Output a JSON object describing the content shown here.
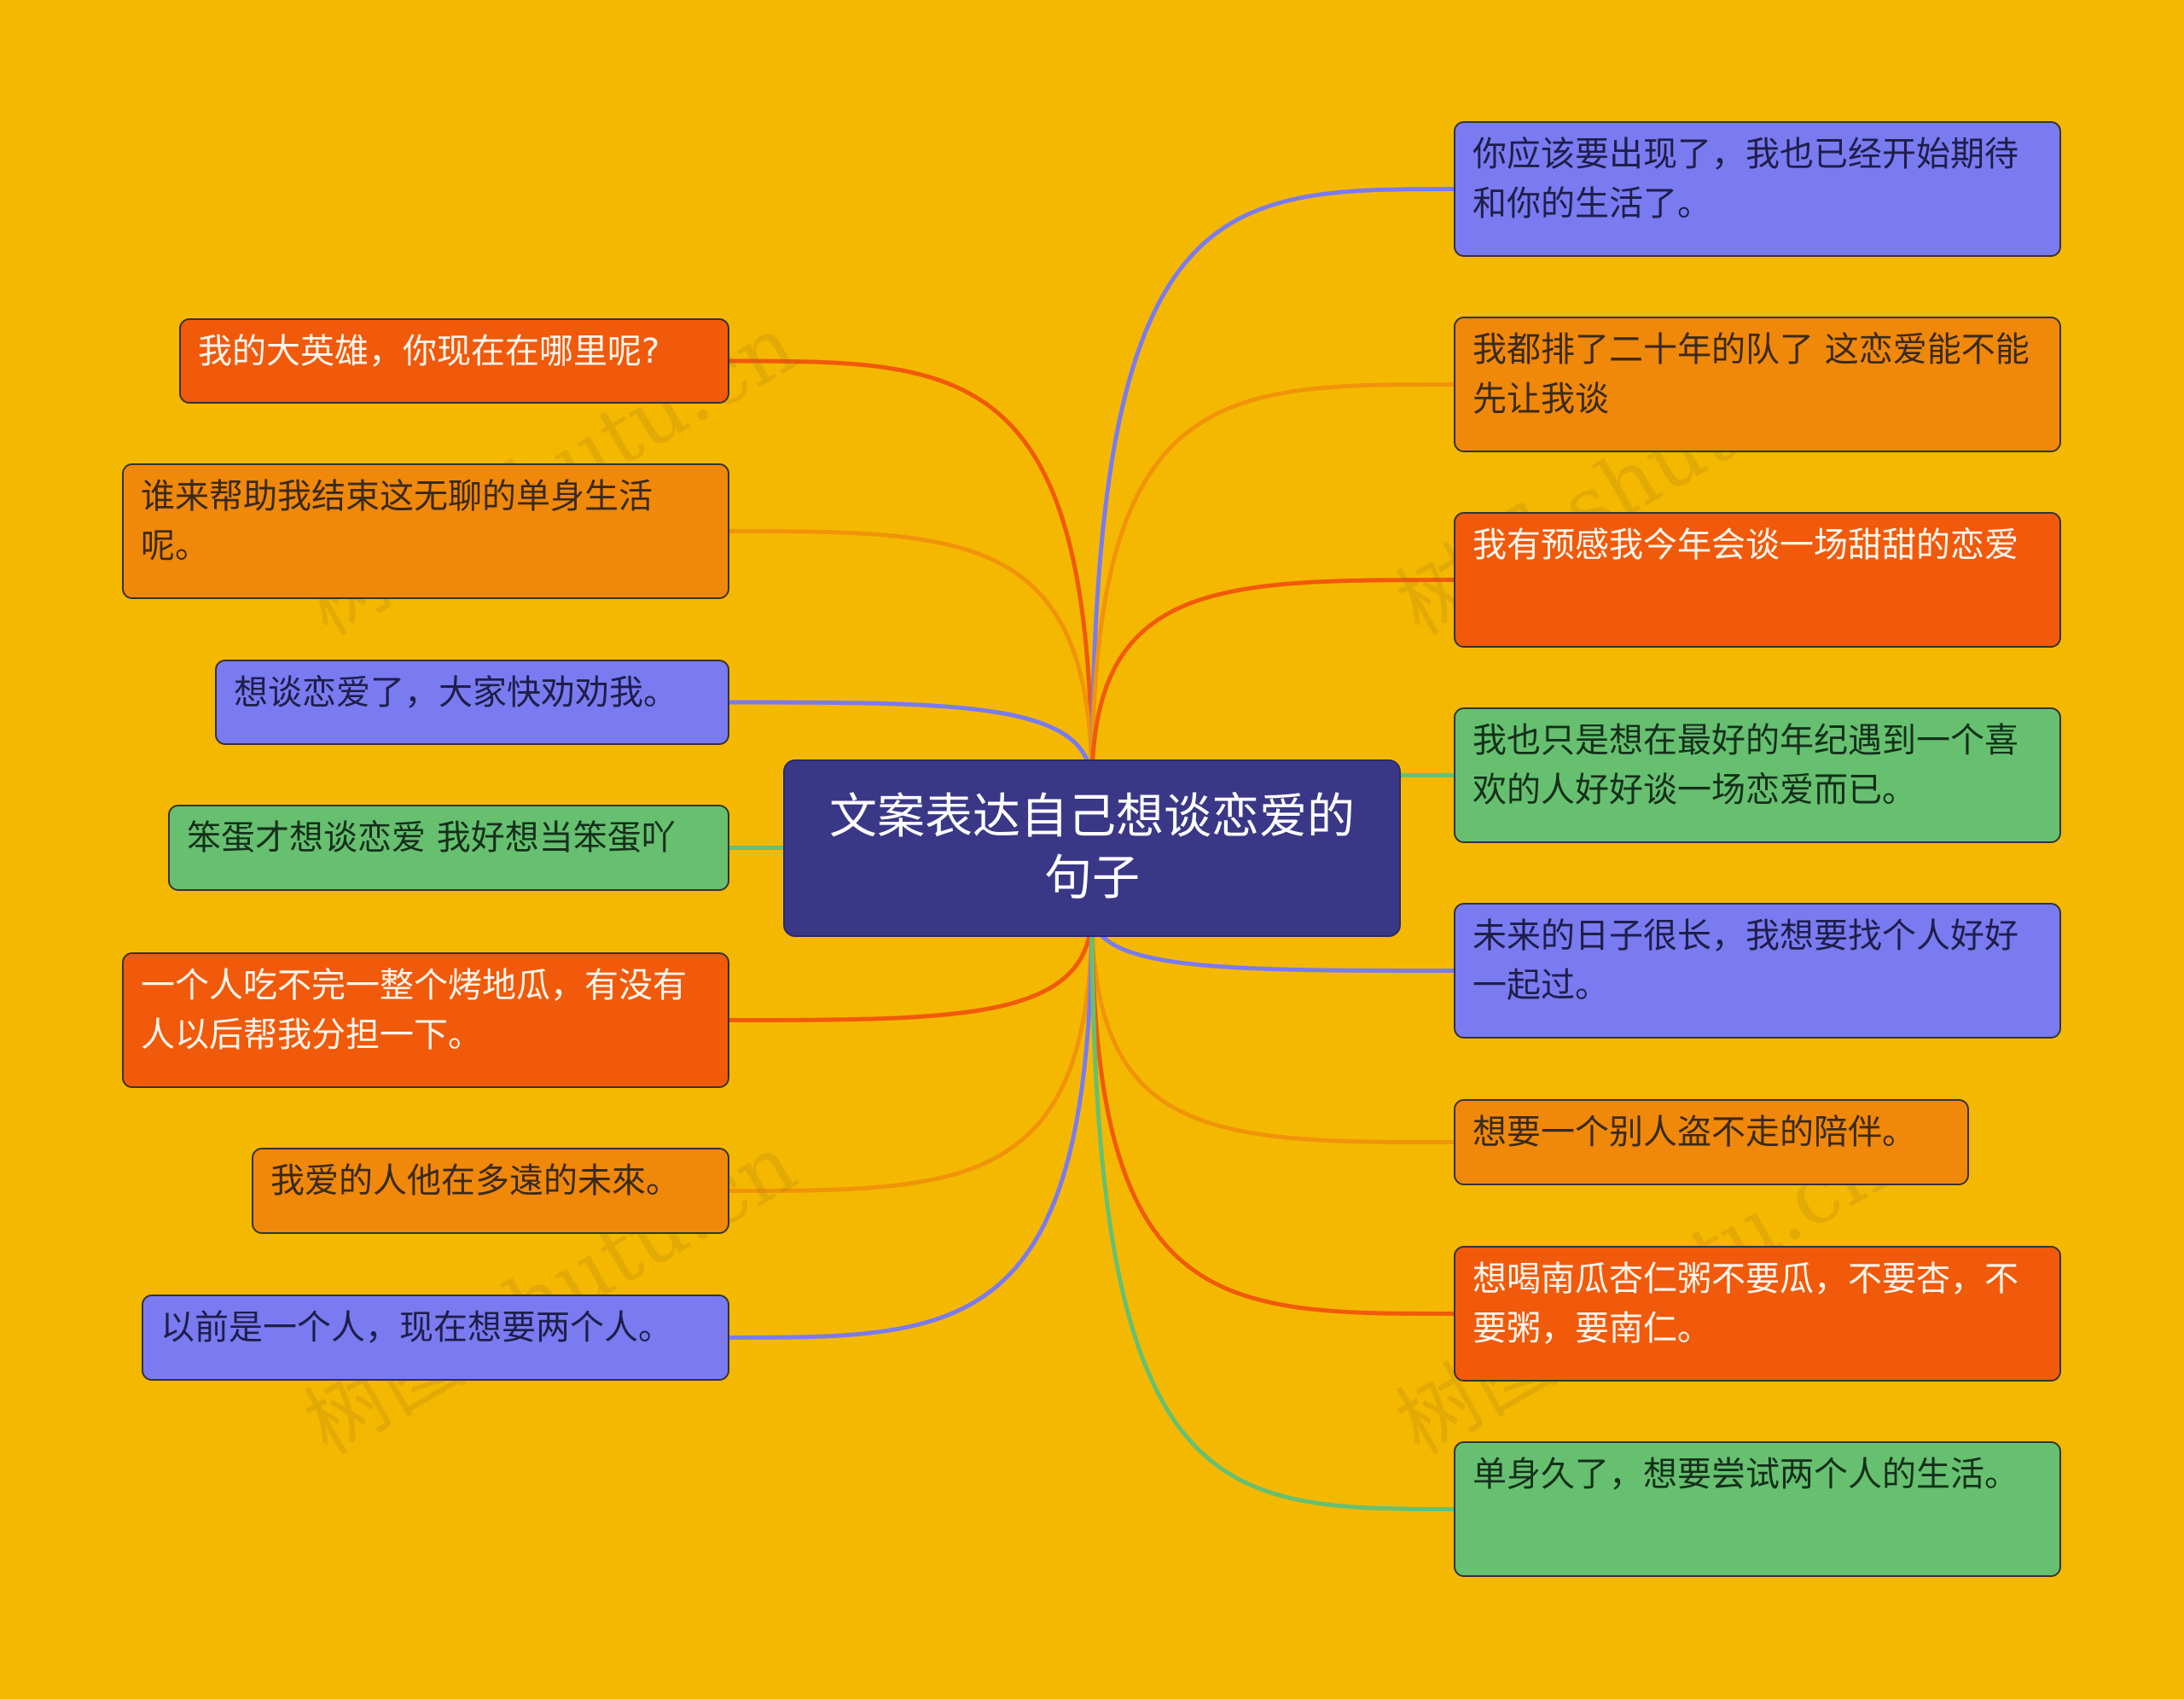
{
  "root": {
    "text": "文案表达自己想谈恋爱的句子",
    "color": "#3B3787"
  },
  "left_nodes": [
    {
      "text": "我的大英雄，你现在在哪里呢?",
      "color": "red",
      "line": "#F05A0A"
    },
    {
      "text": "谁来帮助我结束这无聊的单身生活呢。",
      "color": "orange",
      "line": "#F0940A"
    },
    {
      "text": "想谈恋爱了，大家快劝劝我。",
      "color": "purple",
      "line": "#7A7BF0"
    },
    {
      "text": "笨蛋才想谈恋爱 我好想当笨蛋吖",
      "color": "green",
      "line": "#66C070"
    },
    {
      "text": "一个人吃不完一整个烤地瓜，有没有人以后帮我分担一下。",
      "color": "red",
      "line": "#F05A0A"
    },
    {
      "text": "我爱的人他在多遠的未來。",
      "color": "orange",
      "line": "#F0940A"
    },
    {
      "text": "以前是一个人，现在想要两个人。",
      "color": "purple",
      "line": "#7A7BF0"
    }
  ],
  "right_nodes": [
    {
      "text": "你应该要出现了，我也已经开始期待和你的生活了。",
      "color": "purple",
      "line": "#7A7BF0"
    },
    {
      "text": "我都排了二十年的队了 这恋爱能不能先让我谈",
      "color": "orange",
      "line": "#F0940A"
    },
    {
      "text": "我有预感我今年会谈一场甜甜的恋爱",
      "color": "red",
      "line": "#F05A0A"
    },
    {
      "text": "我也只是想在最好的年纪遇到一个喜欢的人好好谈一场恋爱而已。",
      "color": "green",
      "line": "#66C070"
    },
    {
      "text": "未来的日子很长，我想要找个人好好一起过。",
      "color": "purple",
      "line": "#7A7BF0"
    },
    {
      "text": "想要一个别人盗不走的陪伴。",
      "color": "orange",
      "line": "#F0940A"
    },
    {
      "text": "想喝南瓜杏仁粥不要瓜，不要杏，不要粥，要南仁。",
      "color": "red",
      "line": "#F05A0A"
    },
    {
      "text": "单身久了，想要尝试两个人的生活。",
      "color": "green",
      "line": "#66C070"
    }
  ],
  "watermark": {
    "text": "树图 shutu.cn"
  }
}
